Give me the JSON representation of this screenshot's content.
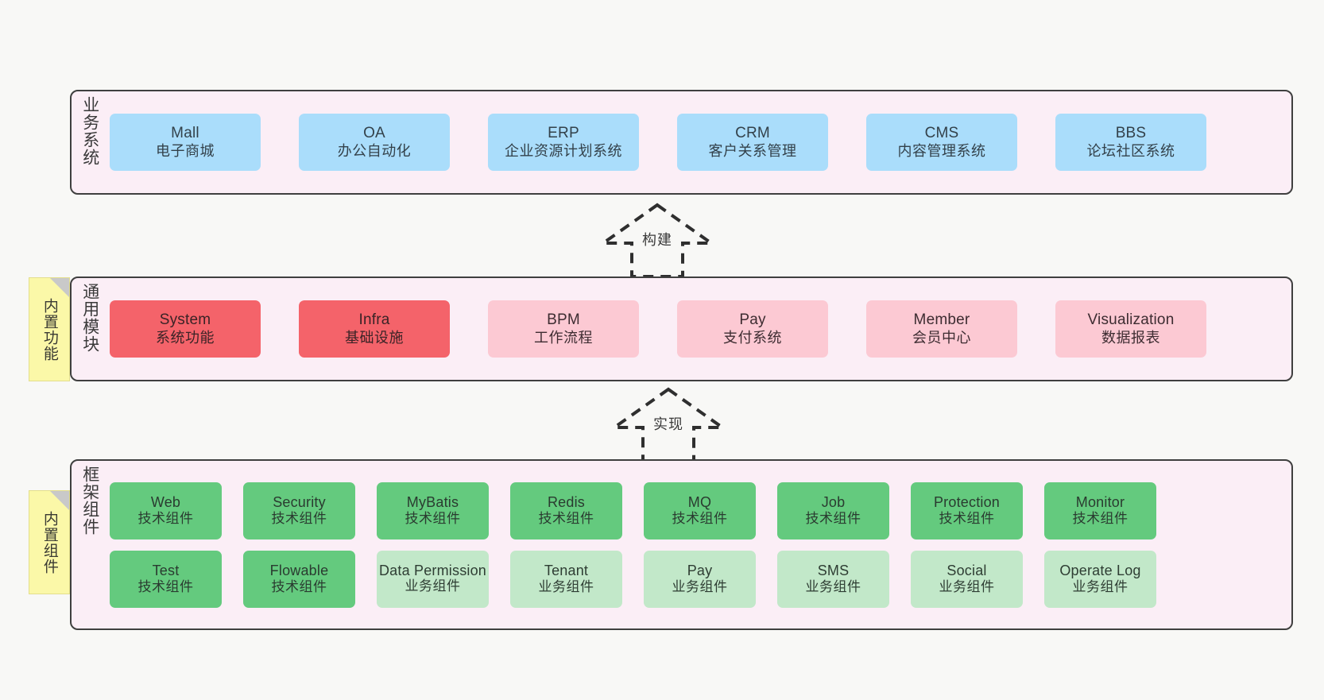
{
  "diagram": {
    "background_color": "#f8f8f6",
    "layer_fill": "#fbeef6",
    "layer_border": "#3f3f3f"
  },
  "notes": [
    {
      "name": "builtin-functions",
      "label": "内置功能",
      "color": "#fbf8a8"
    },
    {
      "name": "builtin-components",
      "label": "内置组件",
      "color": "#fbf8a8"
    }
  ],
  "arrows": [
    {
      "name": "build-arrow",
      "label": "构建",
      "style": "dashed-hollow-triangle-up"
    },
    {
      "name": "realize-arrow",
      "label": "实现",
      "style": "dashed-hollow-triangle-up"
    }
  ],
  "layers": [
    {
      "name": "business-systems",
      "label": "业务系统",
      "color": "#aaddfb",
      "cards": [
        {
          "en": "Mall",
          "cn": "电子商城",
          "tone": "blue"
        },
        {
          "en": "OA",
          "cn": "办公自动化",
          "tone": "blue"
        },
        {
          "en": "ERP",
          "cn": "企业资源计划系统",
          "tone": "blue"
        },
        {
          "en": "CRM",
          "cn": "客户关系管理",
          "tone": "blue"
        },
        {
          "en": "CMS",
          "cn": "内容管理系统",
          "tone": "blue"
        },
        {
          "en": "BBS",
          "cn": "论坛社区系统",
          "tone": "blue"
        }
      ]
    },
    {
      "name": "common-modules",
      "label": "通用模块",
      "colors": {
        "core": "#f4636a",
        "extra": "#fcc9d3"
      },
      "cards": [
        {
          "en": "System",
          "cn": "系统功能",
          "tone": "red"
        },
        {
          "en": "Infra",
          "cn": "基础设施",
          "tone": "red"
        },
        {
          "en": "BPM",
          "cn": "工作流程",
          "tone": "pink"
        },
        {
          "en": "Pay",
          "cn": "支付系统",
          "tone": "pink"
        },
        {
          "en": "Member",
          "cn": "会员中心",
          "tone": "pink"
        },
        {
          "en": "Visualization",
          "cn": "数据报表",
          "tone": "pink"
        }
      ]
    },
    {
      "name": "framework-components",
      "label": "框架组件",
      "colors": {
        "tech": "#64ca7e",
        "business": "#c2e8c9"
      },
      "rows": [
        [
          {
            "en": "Web",
            "cn": "技术组件",
            "tone": "green-dark"
          },
          {
            "en": "Security",
            "cn": "技术组件",
            "tone": "green-dark"
          },
          {
            "en": "MyBatis",
            "cn": "技术组件",
            "tone": "green-dark"
          },
          {
            "en": "Redis",
            "cn": "技术组件",
            "tone": "green-dark"
          },
          {
            "en": "MQ",
            "cn": "技术组件",
            "tone": "green-dark"
          },
          {
            "en": "Job",
            "cn": "技术组件",
            "tone": "green-dark"
          },
          {
            "en": "Protection",
            "cn": "技术组件",
            "tone": "green-dark"
          },
          {
            "en": "Monitor",
            "cn": "技术组件",
            "tone": "green-dark"
          }
        ],
        [
          {
            "en": "Test",
            "cn": "技术组件",
            "tone": "green-dark"
          },
          {
            "en": "Flowable",
            "cn": "技术组件",
            "tone": "green-dark"
          },
          {
            "en": "Data Permission",
            "cn": "业务组件",
            "tone": "green-light"
          },
          {
            "en": "Tenant",
            "cn": "业务组件",
            "tone": "green-light"
          },
          {
            "en": "Pay",
            "cn": "业务组件",
            "tone": "green-light"
          },
          {
            "en": "SMS",
            "cn": "业务组件",
            "tone": "green-light"
          },
          {
            "en": "Social",
            "cn": "业务组件",
            "tone": "green-light"
          },
          {
            "en": "Operate Log",
            "cn": "业务组件",
            "tone": "green-light"
          }
        ]
      ]
    }
  ]
}
